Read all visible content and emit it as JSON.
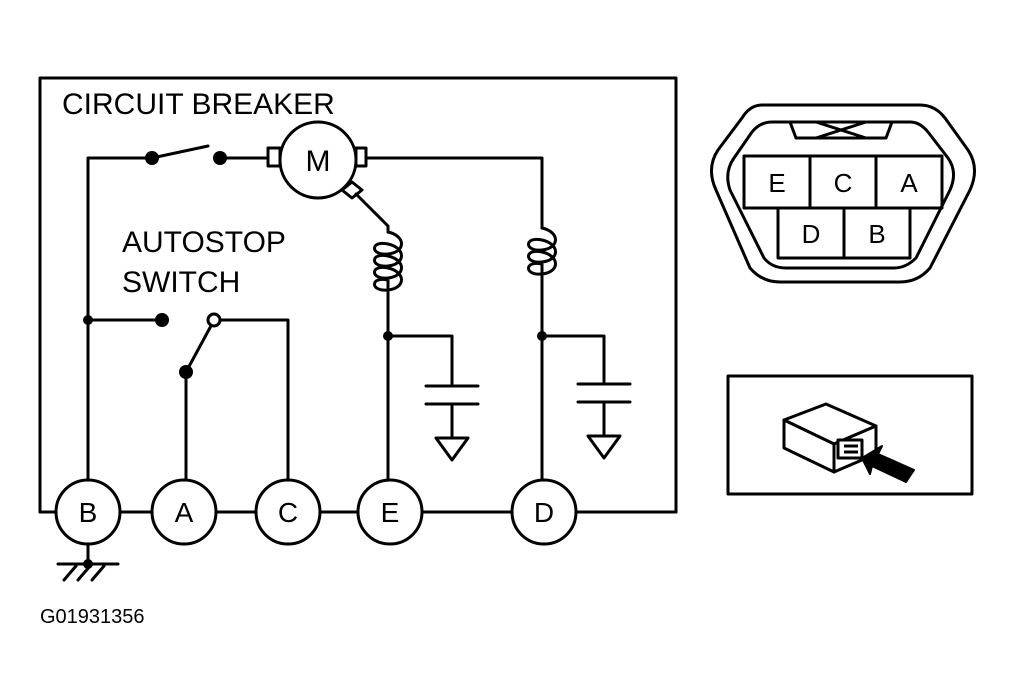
{
  "circuit": {
    "title": "CIRCUIT BREAKER",
    "motor_label": "M",
    "switch_label_line1": "AUTOSTOP",
    "switch_label_line2": "SWITCH",
    "terminals": [
      "B",
      "A",
      "C",
      "E",
      "D"
    ]
  },
  "connector": {
    "top_pins": [
      "E",
      "C",
      "A"
    ],
    "bottom_pins": [
      "D",
      "B"
    ]
  },
  "figure_code": "G01931356"
}
